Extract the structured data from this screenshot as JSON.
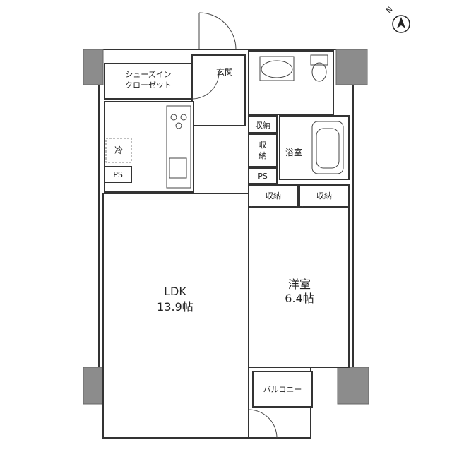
{
  "floor_plan": {
    "rooms": {
      "shoe_closet_line1": "シューズイン",
      "shoe_closet_line2": "クローゼット",
      "entrance": "玄関",
      "ldk_name": "LDK",
      "ldk_size": "13.9帖",
      "western_room_name": "洋室",
      "western_room_size": "6.4帖",
      "bath": "浴室",
      "balcony": "バルコニー"
    },
    "storage_labels": {
      "storage_small": "収納",
      "storage_tall_line1": "収",
      "storage_tall_line2": "納",
      "storage_bedroom_left": "収納",
      "storage_bedroom_right": "収納"
    },
    "pipe_space_labels": [
      "PS",
      "PS"
    ],
    "fridge_label": "冷",
    "compass": "N"
  }
}
